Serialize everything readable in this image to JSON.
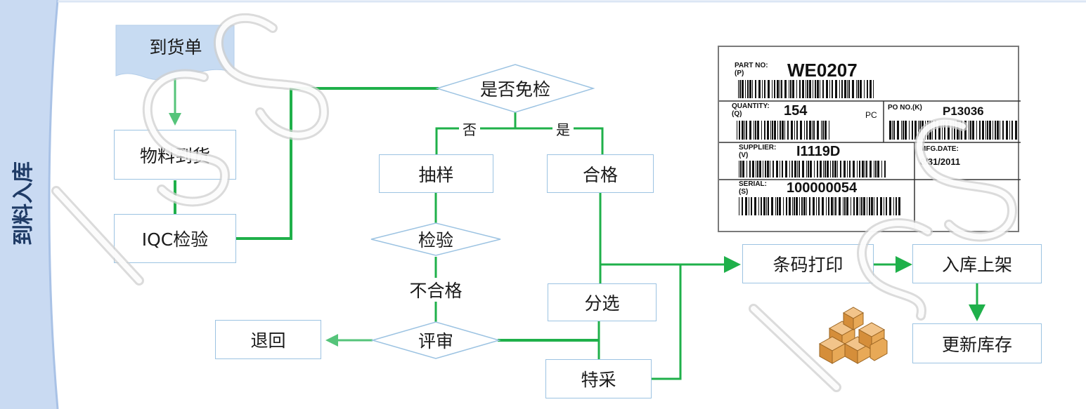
{
  "side_title": "到料入库",
  "nodes": {
    "arrival_doc": "到货单",
    "material_arrival": "物料到货",
    "iqc": "IQC检验",
    "exempt_check": "是否免检",
    "no": "否",
    "yes": "是",
    "sampling": "抽样",
    "qualified": "合格",
    "inspect": "检验",
    "unqualified": "不合格",
    "review": "评审",
    "return": "退回",
    "sorting": "分选",
    "special_purchase": "特采",
    "barcode_print": "条码打印",
    "shelving": "入库上架",
    "update_stock": "更新库存"
  },
  "barcode_label": {
    "part_no_label": "PART NO:",
    "part_no_code": "(P)",
    "part_no": "WE0207",
    "quantity_label": "QUANTITY:",
    "quantity_code": "(Q)",
    "quantity": "154",
    "unit": "PC",
    "po_label": "PO NO.(K)",
    "po": "P13036",
    "supplier_label": "SUPPLIER:",
    "supplier_code": "(V)",
    "supplier": "I1119D",
    "mfg_label": "MFG.DATE:",
    "mfg_date": "8/31/2011",
    "serial_label": "SERIAL:",
    "serial_code": "(S)",
    "serial": "100000054"
  },
  "colors": {
    "flow_line": "#1fb04a",
    "node_border": "#9cc3e2",
    "doc_fill": "#c7dbf2",
    "side_band": "#c9daf2",
    "side_text": "#1f3b66"
  }
}
